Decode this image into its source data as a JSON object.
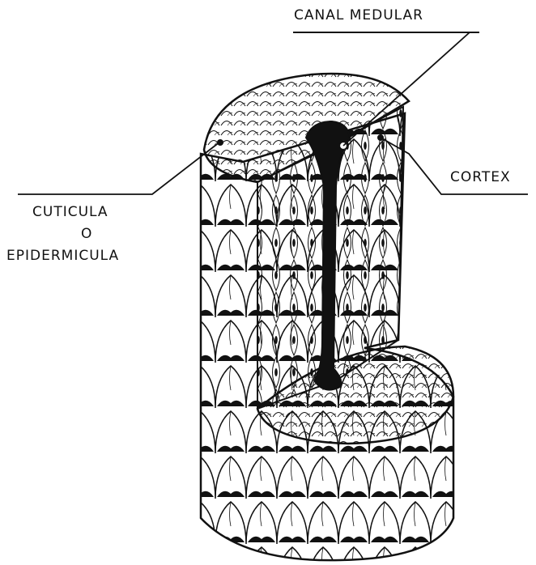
{
  "labels": {
    "canal_medular": "CANAL MEDULAR",
    "cortex": "CORTEX",
    "cuticula_line1": "CUTICULA",
    "cuticula_line2": "O",
    "cuticula_line3": "EPIDERMICULA"
  },
  "colors": {
    "ink": "#111111",
    "paper": "#ffffff"
  }
}
